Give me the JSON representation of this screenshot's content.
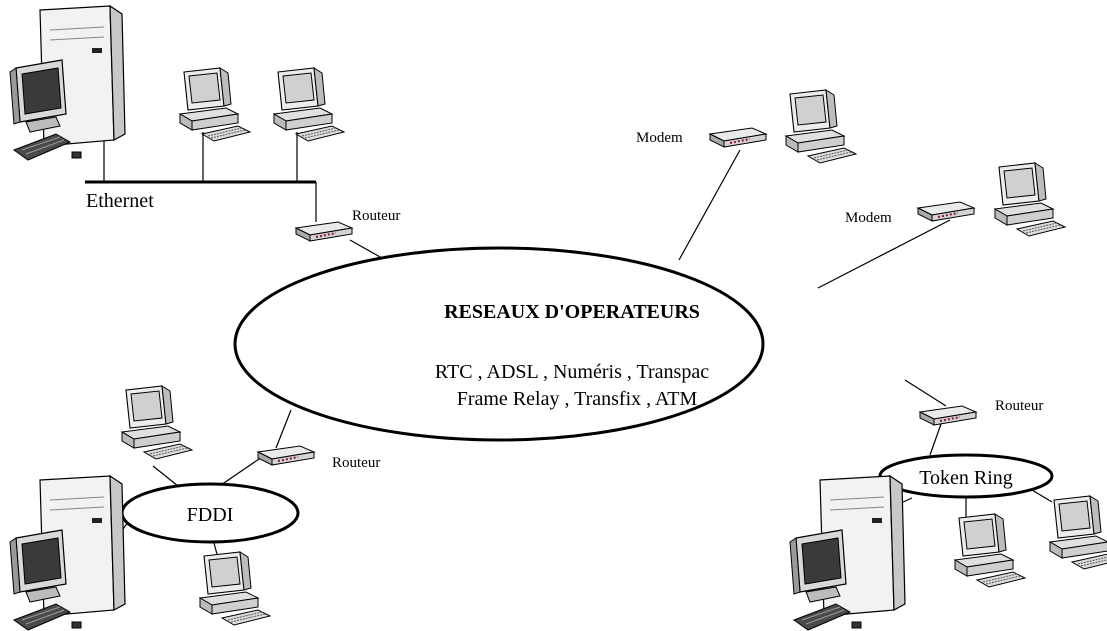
{
  "central_network": {
    "title": "RESEAUX  D'OPERATEURS",
    "line1": "RTC , ADSL , Numéris , Transpac",
    "line2": "Frame Relay , Transfix , ATM"
  },
  "lans": {
    "ethernet": "Ethernet",
    "fddi": "FDDI",
    "token_ring": "Token Ring"
  },
  "devices": {
    "router_top": "Routeur",
    "router_left": "Routeur",
    "router_right": "Routeur",
    "modem_top": "Modem",
    "modem_right": "Modem"
  },
  "colors": {
    "line": "#000000",
    "device_light": "#f2f2f2",
    "device_mid": "#c8c8c8",
    "device_dark": "#3a3a3a",
    "router_accent": "#8a1040"
  }
}
